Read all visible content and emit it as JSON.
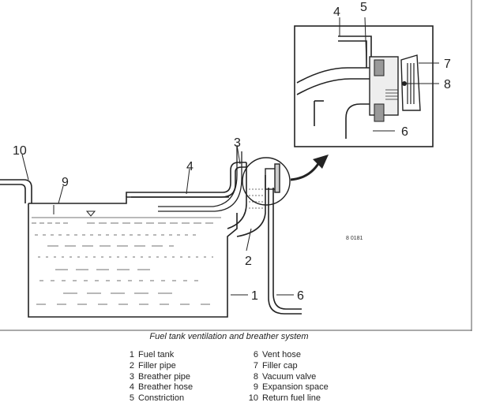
{
  "caption": "Fuel tank ventilation and breather system",
  "diagram": {
    "callouts": [
      "1",
      "2",
      "3",
      "4",
      "5",
      "6",
      "7",
      "8",
      "9",
      "10"
    ],
    "detail_callouts": [
      "4",
      "5",
      "6",
      "7",
      "8"
    ],
    "code": "8 0181"
  },
  "legend": [
    {
      "num": "1",
      "label": "Fuel tank"
    },
    {
      "num": "2",
      "label": "Filler pipe"
    },
    {
      "num": "3",
      "label": "Breather pipe"
    },
    {
      "num": "4",
      "label": "Breather hose"
    },
    {
      "num": "5",
      "label": "Constriction"
    },
    {
      "num": "6",
      "label": "Vent hose"
    },
    {
      "num": "7",
      "label": "Filler cap"
    },
    {
      "num": "8",
      "label": "Vacuum valve"
    },
    {
      "num": "9",
      "label": "Expansion space"
    },
    {
      "num": "10",
      "label": "Return fuel line"
    }
  ]
}
